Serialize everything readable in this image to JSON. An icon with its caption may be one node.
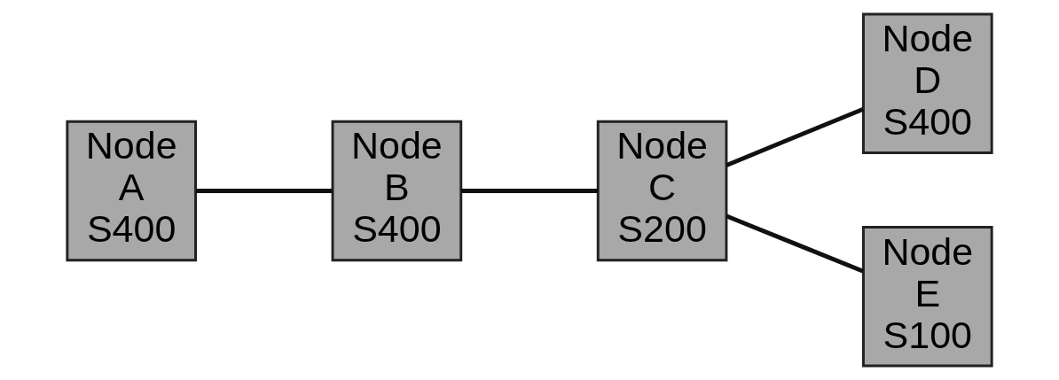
{
  "diagram": {
    "nodes": [
      {
        "text": [
          "Node A S400"
        ]
      },
      {
        "text": [
          "Node B S400"
        ]
      },
      {
        "text": [
          "Node C S200"
        ]
      },
      {
        "text": [
          "Node D S400"
        ]
      },
      {
        "text": [
          "Node E S100"
        ]
      }
    ],
    "edges": [
      {
        "from": 0,
        "to": 1,
        "arrow": "none"
      },
      {
        "from": 1,
        "to": 2,
        "arrow": "none"
      },
      {
        "from": 2,
        "to": 3,
        "arrow": "none"
      },
      {
        "from": 2,
        "to": 4,
        "arrow": "none"
      }
    ]
  }
}
